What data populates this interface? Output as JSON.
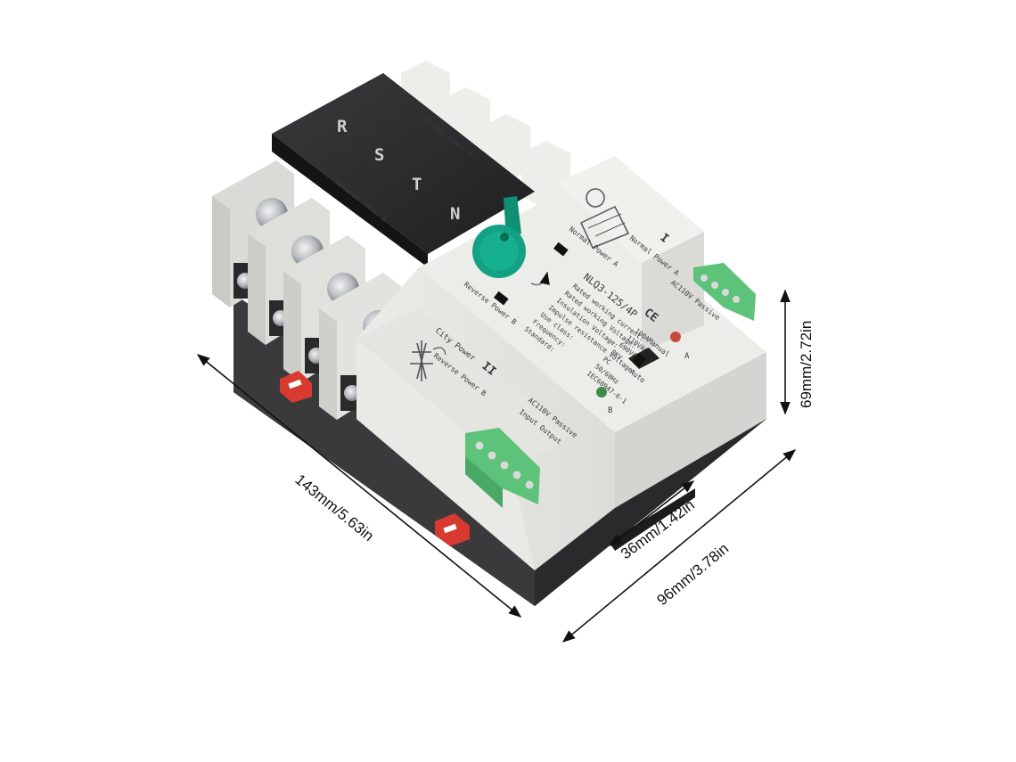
{
  "product": {
    "phase_labels": [
      "R",
      "S",
      "T",
      "N"
    ],
    "top_labels": {
      "normal_power": "Normal Power A",
      "reverse_power": "Reverse Power B"
    },
    "model": "NLQ3-125/4P",
    "ratings": [
      "Rated working current:",
      "Rated working Voltage:",
      "Insulation Voltage:",
      "Impulse resistance Voltage:",
      "Use class:",
      "Frequency:",
      "Standard:"
    ],
    "rating_values": [
      "100A",
      "110VAC",
      "690VAC",
      "8KV",
      "PC",
      "50/60Hz",
      "IEC60947-6-1"
    ],
    "ce_mark": "CE",
    "manual_label": "Manual",
    "auto_label": "Auto",
    "led_a_label": "A",
    "led_b_label": "B",
    "city_power": "City Power",
    "reverse_power_b": "Reverse Power B",
    "normal_power_a": "Normal Power A",
    "passive_right": "AC110V Passive",
    "passive_front": "AC110V Passive",
    "input_output": "Input  Output",
    "roman_one": "I",
    "roman_two": "II",
    "colors": {
      "housing": "#e7e7e4",
      "top_black": "#2b2b2d",
      "base_black": "#38383b",
      "knob_green": "#13a184",
      "terminal_green": "#5dc27a",
      "clip_red": "#d83a30"
    }
  },
  "dimensions": {
    "length": "143mm/5.63in",
    "depth": "96mm/3.78in",
    "width_module": "36mm/1.42in",
    "height": "69mm/2.72in"
  }
}
